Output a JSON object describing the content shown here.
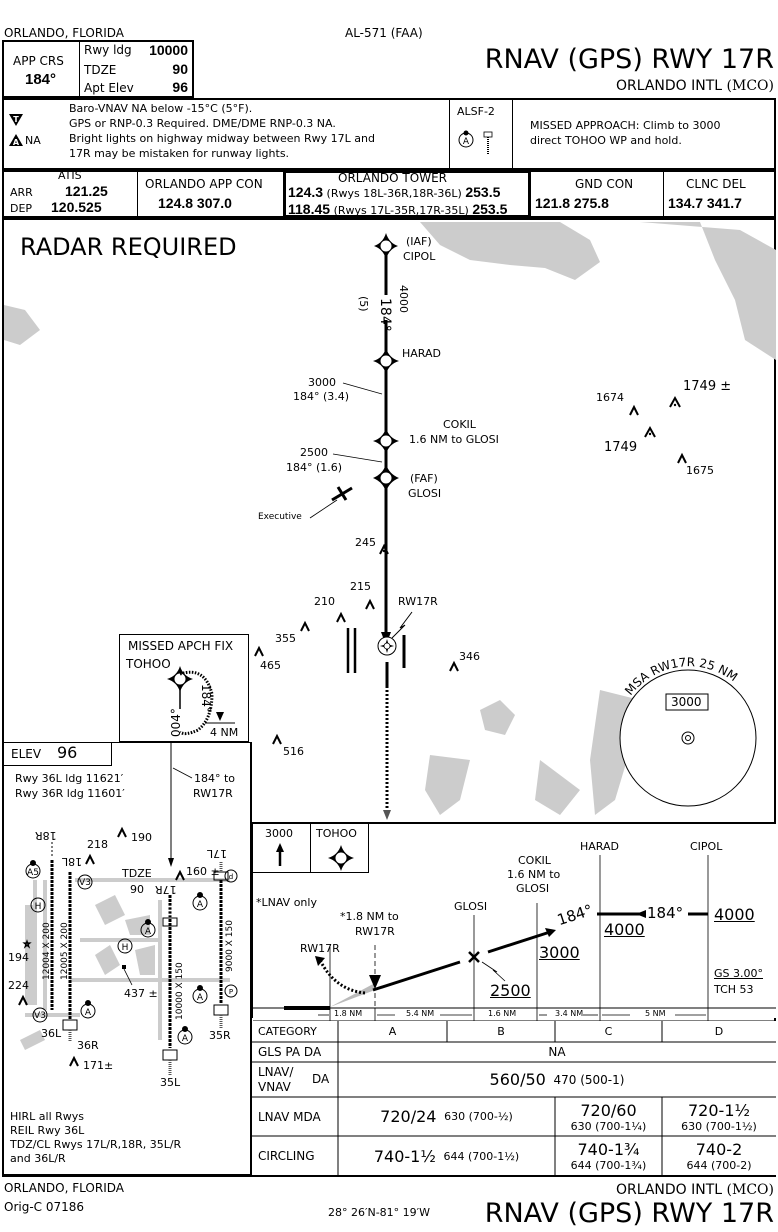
{
  "header": {
    "location": "ORLANDO, FLORIDA",
    "chart_id": "AL-571 (FAA)",
    "title": "RNAV (GPS) RWY 17R",
    "airport": "ORLANDO INTL",
    "airport_code": "(MCO)"
  },
  "briefing": {
    "app_crs_label": "APP CRS",
    "app_crs_value": "184°",
    "rwy_ldg_label": "Rwy ldg",
    "rwy_ldg_value": "10000",
    "tdze_label": "TDZE",
    "tdze_value": "90",
    "apt_elev_label": "Apt Elev",
    "apt_elev_value": "96"
  },
  "notes": {
    "takeoff_symbol": "T",
    "alternate_symbol": "A",
    "alternate_na": "NA",
    "lines": [
      "Baro-VNAV NA below -15°C (5°F).",
      "GPS or RNP-0.3 Required.  DME/DME RNP-0.3 NA.",
      "Bright lights on highway midway between Rwy 17L and",
      "17R may be mistaken for runway lights."
    ],
    "lighting": "ALSF-2",
    "missed_approach": [
      "MISSED APPROACH: Climb to 3000",
      "direct TOHOO WP and hold."
    ]
  },
  "comms": {
    "atis_label": "ATIS",
    "arr_label": "ARR",
    "arr_freq": "121.25",
    "dep_label": "DEP",
    "dep_freq": "120.525",
    "app_con_label": "ORLANDO APP CON",
    "app_con_freq": "124.8  307.0",
    "tower_label": "ORLANDO TOWER",
    "tower_rows": [
      {
        "freq": "124.3",
        "rwys": "(Rwys 18L-36R,18R-36L)",
        "uhf": "253.5"
      },
      {
        "freq": "118.45",
        "rwys": "(Rwys 17L-35R,17R-35L)",
        "uhf": "253.5"
      }
    ],
    "gnd_con_label": "GND CON",
    "gnd_con_freq": "121.8  275.8",
    "clnc_del_label": "CLNC DEL",
    "clnc_del_freq": "134.7  341.7"
  },
  "planview": {
    "radar_required": "RADAR REQUIRED",
    "fixes": {
      "cipol": {
        "role": "(IAF)",
        "name": "CIPOL"
      },
      "harad": {
        "name": "HARAD"
      },
      "cokil": {
        "name": "COKIL",
        "note": "1.6 NM to GLOSI"
      },
      "glosi": {
        "role": "(FAF)",
        "name": "GLOSI"
      },
      "rw17r": {
        "name": "RW17R"
      }
    },
    "leg_cipol": {
      "course": "184°",
      "altitude": "4000",
      "distance": "(5)"
    },
    "leg_harad": {
      "altitude": "3000",
      "course_dist": "184° (3.4)"
    },
    "leg_cokil": {
      "altitude": "2500",
      "course_dist": "184° (1.6)"
    },
    "executive_label": "Executive",
    "obstacles": [
      "1674",
      "1749 ±",
      "1749",
      "1675",
      "245",
      "215",
      "210",
      "355",
      "465",
      "346",
      "516"
    ],
    "missed_fix_box": {
      "title": "MISSED APCH FIX",
      "fix": "TOHOO",
      "inbound": "184°",
      "outbound": "004°",
      "leg": "4 NM"
    },
    "msa": {
      "label": "MSA RW17R 25 NM",
      "altitude": "3000"
    }
  },
  "airport_diagram": {
    "elev_label": "ELEV",
    "elev_value": "96",
    "notes": [
      "Rwy 36L ldg 11621′",
      "Rwy 36R ldg 11601′"
    ],
    "approach_note": [
      "184° to",
      "RW17R"
    ],
    "runway_labels": {
      "r18r": "18R",
      "r18l": "18L",
      "r17l": "17L",
      "r17r": "17R",
      "r36l": "36L",
      "r36r": "36R",
      "r35l": "35L",
      "r35r": "35R"
    },
    "runway_dims": [
      "12004 X 200",
      "12005 X 200",
      "10000 X 150",
      "9000 X 150"
    ],
    "tdze_label": "TDZE",
    "tdze_value": "90",
    "obstacles": [
      "218",
      "190",
      "160 ±",
      "194",
      "224",
      "437 ±",
      "171±"
    ],
    "lighting_notes": [
      "HIRL all Rwys",
      "REIL Rwy 36L",
      "TDZ/CL Rwys 17L/R,18R, 35L/R",
      "and 36L/R"
    ]
  },
  "profile": {
    "missed_icons": {
      "altitude": "3000",
      "fix": "TOHOO"
    },
    "lnav_only": "LNAV only",
    "mapt_note": [
      "1.8 NM to",
      "RW17R"
    ],
    "rw17r": "RW17R",
    "glosi": "GLOSI",
    "glosi_alt": "2500",
    "cokil": [
      "COKIL",
      "1.6 NM to",
      "GLOSI"
    ],
    "cokil_alt": "3000",
    "harad": "HARAD",
    "harad_alt": "4000",
    "cipol": "CIPOL",
    "cipol_alt": "4000",
    "course_1": "184°",
    "course_2": "184°",
    "gs": "GS 3.00°",
    "tch": "TCH 53",
    "distances": [
      "1.8 NM",
      "5.4 NM",
      "1.6 NM",
      "3.4 NM",
      "5 NM"
    ]
  },
  "minimums": {
    "category_label": "CATEGORY",
    "categories": [
      "A",
      "B",
      "C",
      "D"
    ],
    "gls": {
      "label": "GLS  PA  DA",
      "value": "NA"
    },
    "lnav_vnav": {
      "label1": "LNAV/",
      "label2": "VNAV",
      "label3": "DA",
      "value": "560/50",
      "haa": "470 (500-1)"
    },
    "lnav": {
      "label": "LNAV  MDA",
      "ab_value": "720/24",
      "ab_haa": "630 (700-½)",
      "c_value": "720/60",
      "c_haa": "630 (700-1¼)",
      "d_value": "720-1½",
      "d_haa": "630 (700-1½)"
    },
    "circling": {
      "label": "CIRCLING",
      "ab_value": "740-1½",
      "ab_haa": "644 (700-1½)",
      "c_value": "740-1¾",
      "c_haa": "644 (700-1¾)",
      "d_value": "740-2",
      "d_haa": "644 (700-2)"
    }
  },
  "footer": {
    "location": "ORLANDO, FLORIDA",
    "amendment": "Orig-C  07186",
    "coords": "28° 26′N-81° 19′W",
    "airport": "ORLANDO INTL",
    "airport_code": "(MCO)",
    "title": "RNAV (GPS) RWY 17R"
  }
}
